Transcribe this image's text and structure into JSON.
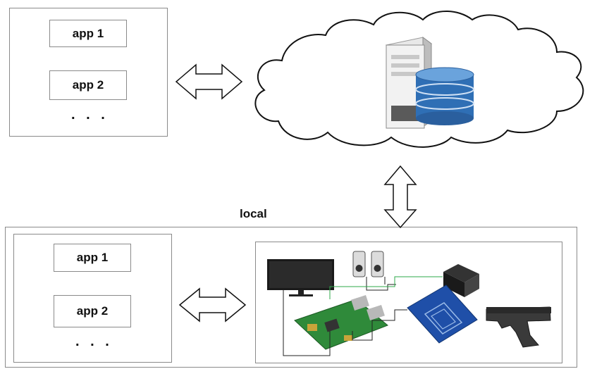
{
  "top_client": {
    "apps": [
      "app 1",
      "app 2"
    ],
    "ellipsis": ". . ."
  },
  "cloud": {
    "icons": [
      "server-icon",
      "database-icon"
    ]
  },
  "local": {
    "title": "local",
    "apps": [
      "app 1",
      "app 2"
    ],
    "ellipsis": ". . .",
    "hardware_icons": [
      "monitor-icon",
      "speakers-icon",
      "raspberry-pi-icon",
      "fingerprint-sensor-icon",
      "rfid-reader-icon",
      "pistol-icon"
    ]
  }
}
